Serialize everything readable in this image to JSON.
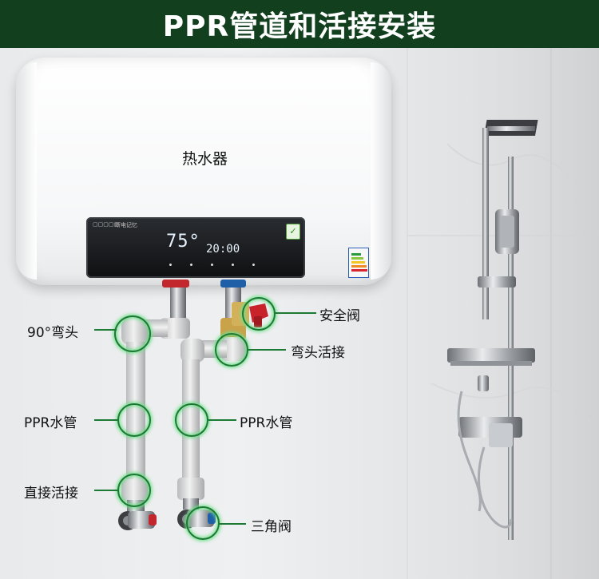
{
  "header": {
    "title": "PPR管道和活接安装"
  },
  "heater": {
    "label": "热水器",
    "panel_brand": "▢▢▢▢▢",
    "panel_memory_text": "断电记忆",
    "display_temp": "75°",
    "display_time": "20:00",
    "check_badge": "✓"
  },
  "callouts": {
    "safety_valve": "安全阀",
    "elbow_left": "90°弯头",
    "elbow_union": "弯头活接",
    "ppr_left": "PPR水管",
    "ppr_right": "PPR水管",
    "straight_union": "直接活接",
    "angle_valve": "三角阀"
  },
  "colors": {
    "header_bg": "#12401f",
    "callout_line": "#1c7a34",
    "callout_glow": "#6fe08a",
    "pipe": "#d9d9d9",
    "hot_ring": "#c1272d",
    "cold_ring": "#1f5fa8"
  }
}
